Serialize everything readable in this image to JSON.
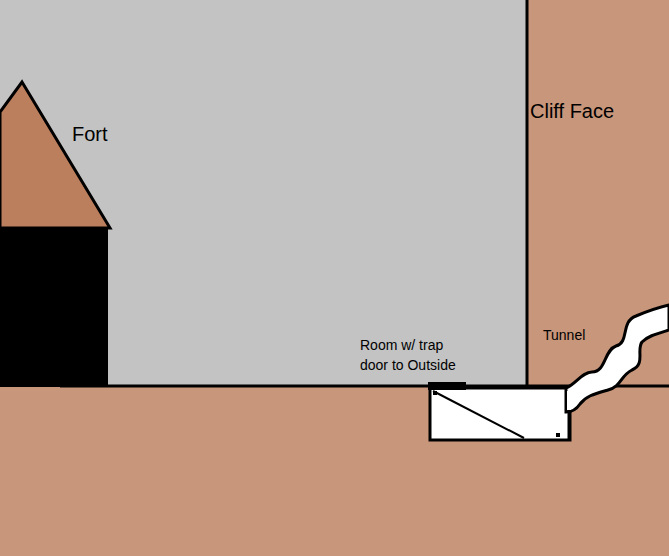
{
  "diagram": {
    "nodes": [
      {
        "text": [
          "Fort"
        ]
      },
      {
        "text": [
          "Room w/ trap door to Outside"
        ]
      },
      {
        "text": [
          "Tunnel"
        ]
      }
    ],
    "labels": [
      "Cliff Face"
    ]
  }
}
